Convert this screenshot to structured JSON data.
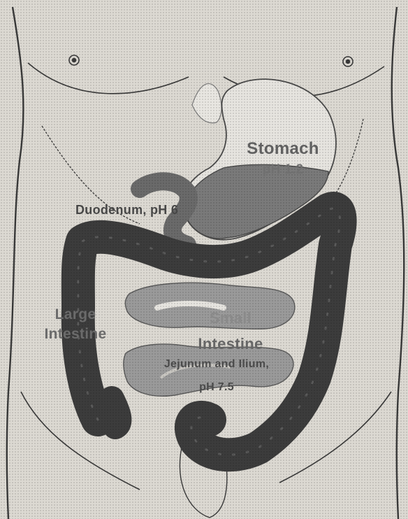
{
  "labels": {
    "stomach": "Stomach",
    "stomach_ph": "pH 1.2",
    "duodenum": "Duodenum, pH 6",
    "large_intestine_line1": "Large",
    "large_intestine_line2": "Intestine",
    "small_intestine_line1": "Small",
    "small_intestine_line2": "Intestine",
    "small_intestine_line3": "Jejunum and Ilium,",
    "small_intestine_line4": "pH 7.5"
  },
  "colors": {
    "background": "#dcd9d2",
    "skin_outline": "#3a3a3a",
    "stomach_fill": "#7a7a7a",
    "stomach_light": "#e6e4df",
    "colon_fill": "#3c3c3c",
    "small_intestine_fill": "#9a9a9a"
  }
}
